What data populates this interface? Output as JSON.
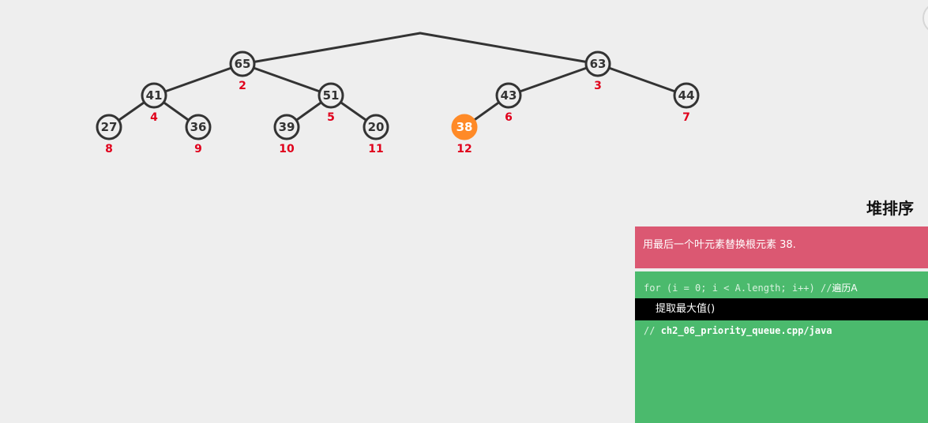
{
  "title": "堆排序",
  "status_text": "用最后一个叶元素替换根元素 38.",
  "code": {
    "line1_code": "for (i = 0; i < A.length; i++) //",
    "line1_comment": "遍历A",
    "line2": "提取最大值()",
    "line3_prefix": "// ",
    "line3_file": "ch2_06_priority_queue.cpp/java"
  },
  "diagram": {
    "nodes": [
      {
        "id": "n2",
        "value": "65",
        "index": "2"
      },
      {
        "id": "n3",
        "value": "63",
        "index": "3"
      },
      {
        "id": "n4",
        "value": "41",
        "index": "4"
      },
      {
        "id": "n5",
        "value": "51",
        "index": "5"
      },
      {
        "id": "n6",
        "value": "43",
        "index": "6"
      },
      {
        "id": "n7",
        "value": "44",
        "index": "7"
      },
      {
        "id": "n8",
        "value": "27",
        "index": "8"
      },
      {
        "id": "n9",
        "value": "36",
        "index": "9"
      },
      {
        "id": "n10",
        "value": "39",
        "index": "10"
      },
      {
        "id": "n11",
        "value": "20",
        "index": "11"
      },
      {
        "id": "n12",
        "value": "38",
        "index": "12",
        "highlight": true
      }
    ],
    "edges": [
      [
        "root",
        "n2"
      ],
      [
        "root",
        "n3"
      ],
      [
        "n2",
        "n4"
      ],
      [
        "n2",
        "n5"
      ],
      [
        "n3",
        "n6"
      ],
      [
        "n3",
        "n7"
      ],
      [
        "n4",
        "n8"
      ],
      [
        "n4",
        "n9"
      ],
      [
        "n5",
        "n10"
      ],
      [
        "n5",
        "n11"
      ],
      [
        "n6",
        "n12"
      ]
    ],
    "colors": {
      "edge": "#333333",
      "highlight": "#ff8a27",
      "index_label": "#e0001b",
      "status_bg": "#db5872",
      "code_bg": "#4bba6d"
    }
  }
}
